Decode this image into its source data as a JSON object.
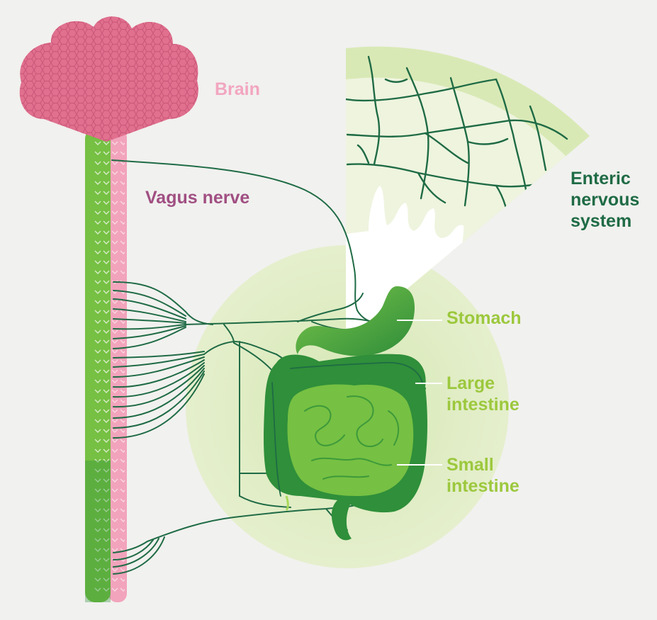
{
  "labels": {
    "brain": "Brain",
    "vagus_nerve": "Vagus nerve",
    "enteric_line1": "Enteric",
    "enteric_line2": "nervous",
    "enteric_line3": "system",
    "stomach": "Stomach",
    "large_line1": "Large",
    "large_line2": "intestine",
    "small_line1": "Small",
    "small_line2": "intestine"
  },
  "colors": {
    "paper": "#f1f1ef",
    "brain_pink": "#e0708e",
    "pink_label": "#f2a6c0",
    "vagus_label": "#a04f82",
    "nerve_dark_green": "#1f6b45",
    "enteric_label": "#1f6b45",
    "organ_label": "#9cc83d",
    "organ_green": "#5fb83a",
    "organ_dark": "#2f8f3a",
    "halo_green": "#dceabc",
    "spinal_green": "#76c043"
  },
  "icons": {
    "brain": "brain-illustration",
    "spinal_cord": "spinal-cord-illustration",
    "gut": "digestive-tract-illustration"
  }
}
